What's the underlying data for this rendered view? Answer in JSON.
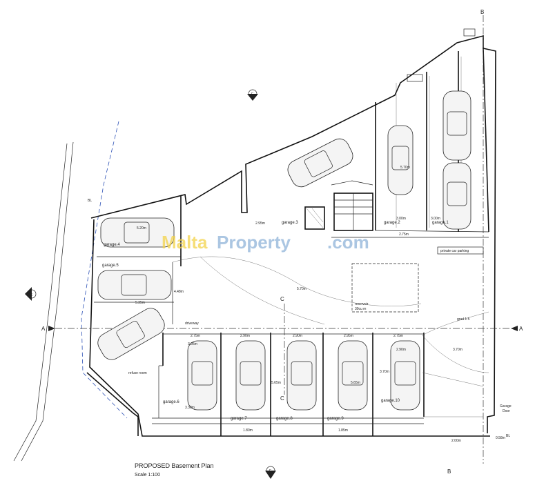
{
  "title": "PROPOSED Basement Plan",
  "scale": "Scale 1:100",
  "watermark": {
    "part1": "Malta",
    "part2": "Property",
    "part3": ".com",
    "color1": "#f3d34a",
    "color2": "#8fb4d9"
  },
  "section_marks": {
    "A_left": "A",
    "A_right": "A",
    "B_top": "B",
    "B_bottom": "B",
    "C_upper": "C",
    "C_lower": "C"
  },
  "north_marks": {
    "top": "E",
    "left": "E",
    "bottom": "F"
  },
  "boundary_label": "BL",
  "boundary_label_right": "BL",
  "garages": {
    "g1": "garage.1",
    "g2": "garage.2",
    "g3": "garage.3",
    "g4": "garage.4",
    "g5": "garage.5",
    "g6": "garage.6",
    "g7": "garage.7",
    "g8": "garage.8",
    "g9": "garage.9",
    "g10": "garage.10"
  },
  "rooms": {
    "private_parking": "private car parking",
    "refuse": "refuse room",
    "driveway": "driveway",
    "reservoir": "reservoir",
    "reservoir_vol": "30cu m",
    "gradient": "grad 1:5",
    "garage_door_1": "Garage",
    "garage_door_2": "Door"
  },
  "dims": {
    "d1": "2.75m",
    "d2": "2.90m",
    "d3": "2.90m",
    "d4": "2.95m",
    "d5": "2.75m",
    "d6": "2.90m",
    "d7": "3.70m",
    "d8": "3.00m",
    "d9": "5.70m",
    "d10": "5.65m",
    "d11": "5.65m",
    "d12": "3.30m",
    "d13": "5.20m",
    "d14": "5.35m",
    "d15": "4.48m",
    "d16": "3.00m",
    "d17": "3.05m",
    "d18": "2.75m",
    "d19": "5.70m",
    "d20": "0.58m",
    "d21": "2.00m",
    "d22": "1.80m",
    "d23": "1.85m",
    "d24": "2.95m",
    "d25": "3.70m"
  }
}
